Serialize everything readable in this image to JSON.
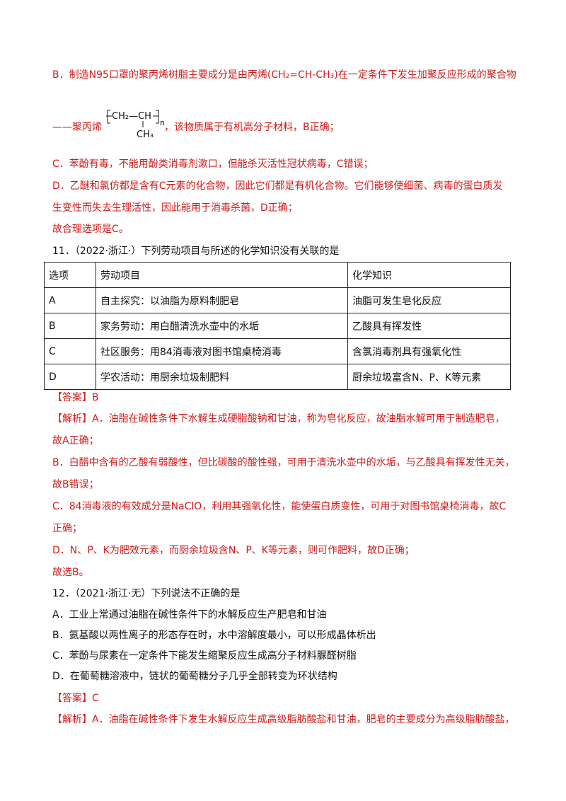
{
  "lines": {
    "b_opt": "B．制造N95口罩的聚丙烯树脂主要成分是由丙烯(CH₂=CH-CH₃)在一定条件下发生加聚反应形成的聚合物",
    "b_prefix": "——聚丙烯",
    "b_suffix": "，该物质属于有机高分子材料，B正确；",
    "c_opt": "C．苯酚有毒，不能用酚类消毒剂漱口，但能杀灭活性冠状病毒，C错误；",
    "d_opt_1": "D．乙醚和氯仿都是含有C元素的化合物，因此它们都是有机化合物。它们能够使细菌、病毒的蛋白质发",
    "d_opt_2": "生变性而失去生理活性，因此能用于消毒杀菌，D正确；",
    "conclusion_10": "故合理选项是C。"
  },
  "formula": {
    "main": "CH₂—CH",
    "sub": "CH₃",
    "n": "n"
  },
  "q11": {
    "stem": "11．（2022·浙江·）下列劳动项目与所述的化学知识没有关联的是",
    "headers": [
      "选项",
      "劳动项目",
      "化学知识"
    ],
    "rows": [
      [
        "A",
        "自主探究：以油脂为原料制肥皂",
        "油脂可发生皂化反应"
      ],
      [
        "B",
        "家务劳动：用白醋清洗水壶中的水垢",
        "乙酸具有挥发性"
      ],
      [
        "C",
        "社区服务：用84消毒液对图书馆桌椅消毒",
        "含氯消毒剂具有强氧化性"
      ],
      [
        "D",
        "学农活动：用厨余垃圾制肥料",
        "厨余垃圾富含N、P、K等元素"
      ]
    ],
    "answer": "【答案】B",
    "analysis": [
      "【解析】A．油脂在碱性条件下水解生成硬脂酸钠和甘油，称为皂化反应，故油脂水解可用于制造肥皂，",
      "故A正确；",
      "B．白醋中含有的乙酸有弱酸性，但比碳酸的酸性强，可用于清洗水壶中的水垢，与乙酸具有挥发性无关，",
      "故B错误；",
      "C．84消毒液的有效成分是NaClO，利用其强氧化性，能使蛋白质变性，可用于对图书馆桌椅消毒，故C",
      "正确；",
      "D．N、P、K为肥效元素，而厨余垃圾含N、P、K等元素，则可作肥料，故D正确；",
      "故选B。"
    ]
  },
  "q12": {
    "stem": "12．（2021·浙江·无）下列说法不正确的是",
    "options": [
      "A．工业上常通过油脂在碱性条件下的水解反应生产肥皂和甘油",
      "B．氨基酸以两性离子的形态存在时，水中溶解度最小，可以形成晶体析出",
      "C．苯酚与尿素在一定条件下能发生缩聚反应生成高分子材料脲醛树脂",
      "D．在葡萄糖溶液中，链状的葡萄糖分子几乎全部转变为环状结构"
    ],
    "answer": "【答案】C",
    "analysis_1": "【解析】A．油脂在碱性条件下发生水解反应生成高级脂肪酸盐和甘油，肥皂的主要成分为高级脂肪酸盐，"
  }
}
